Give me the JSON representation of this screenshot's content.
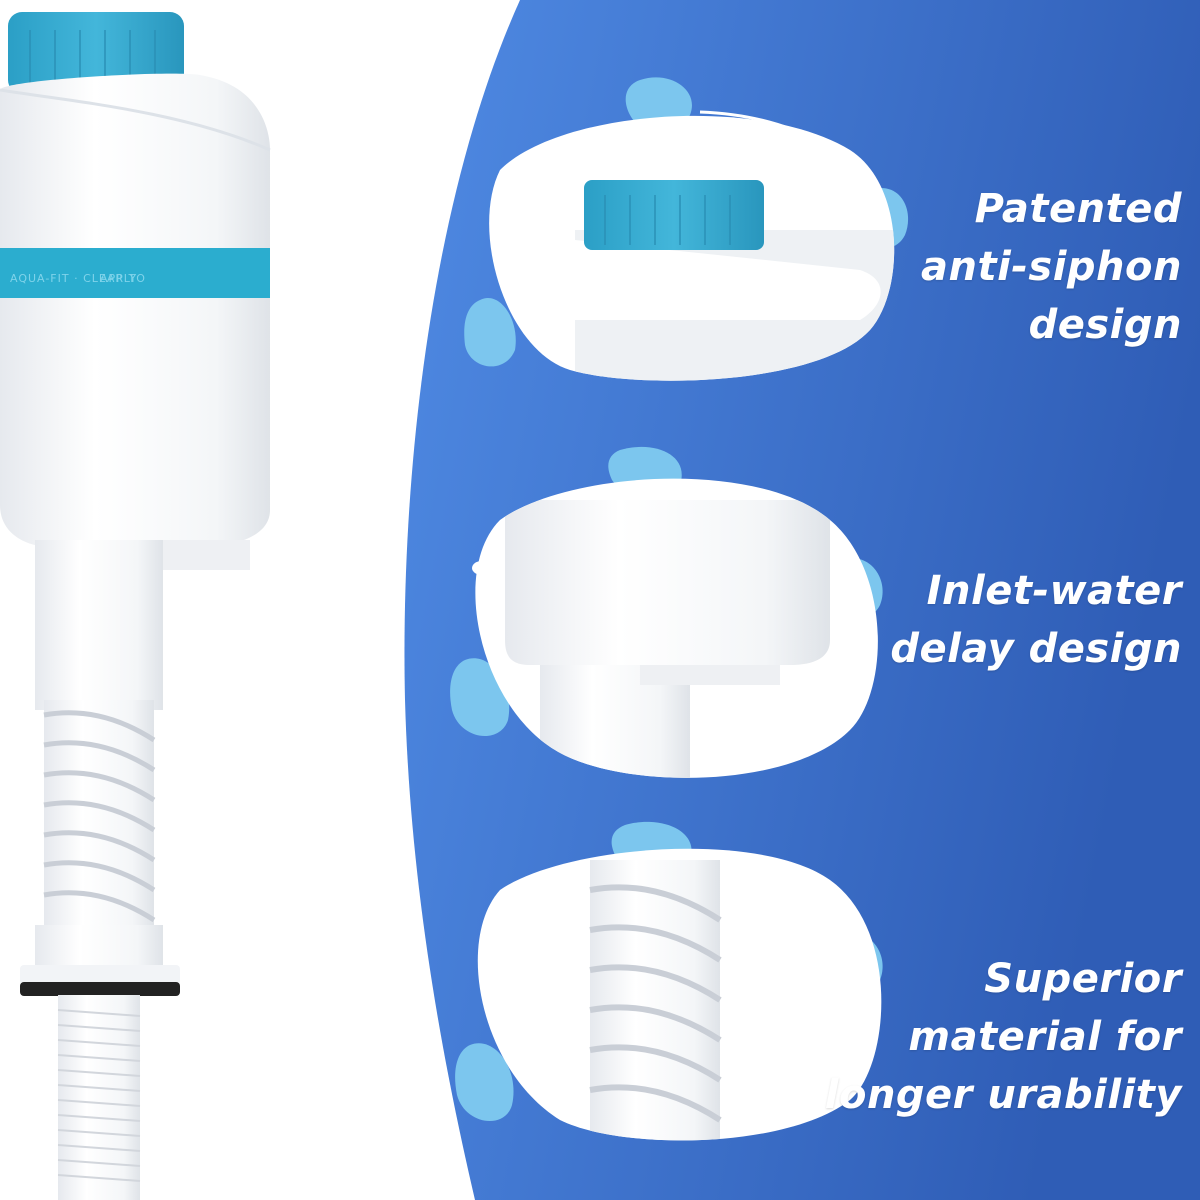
{
  "colors": {
    "panel_blue_light": "#4d86e0",
    "panel_blue_dark": "#2f5eb8",
    "cap_teal": "#36a9cf",
    "band_teal": "#2badcf",
    "droplet_light_blue": "#7cc6ee",
    "body_white": "#f7f8fa",
    "gasket_black": "#222222"
  },
  "product": {
    "name_icon": "fill-valve-product-image",
    "band_text": "APPLY"
  },
  "features": [
    {
      "id": "anti-siphon",
      "icon": "valve-cap-closeup",
      "lines": [
        "Patented",
        "anti-siphon",
        "design"
      ]
    },
    {
      "id": "inlet-delay",
      "icon": "valve-outlet-closeup",
      "lines": [
        "Inlet-water",
        "delay design"
      ]
    },
    {
      "id": "material",
      "icon": "threaded-shank-closeup",
      "lines": [
        "Superior",
        "material for",
        "longer urability"
      ]
    }
  ]
}
